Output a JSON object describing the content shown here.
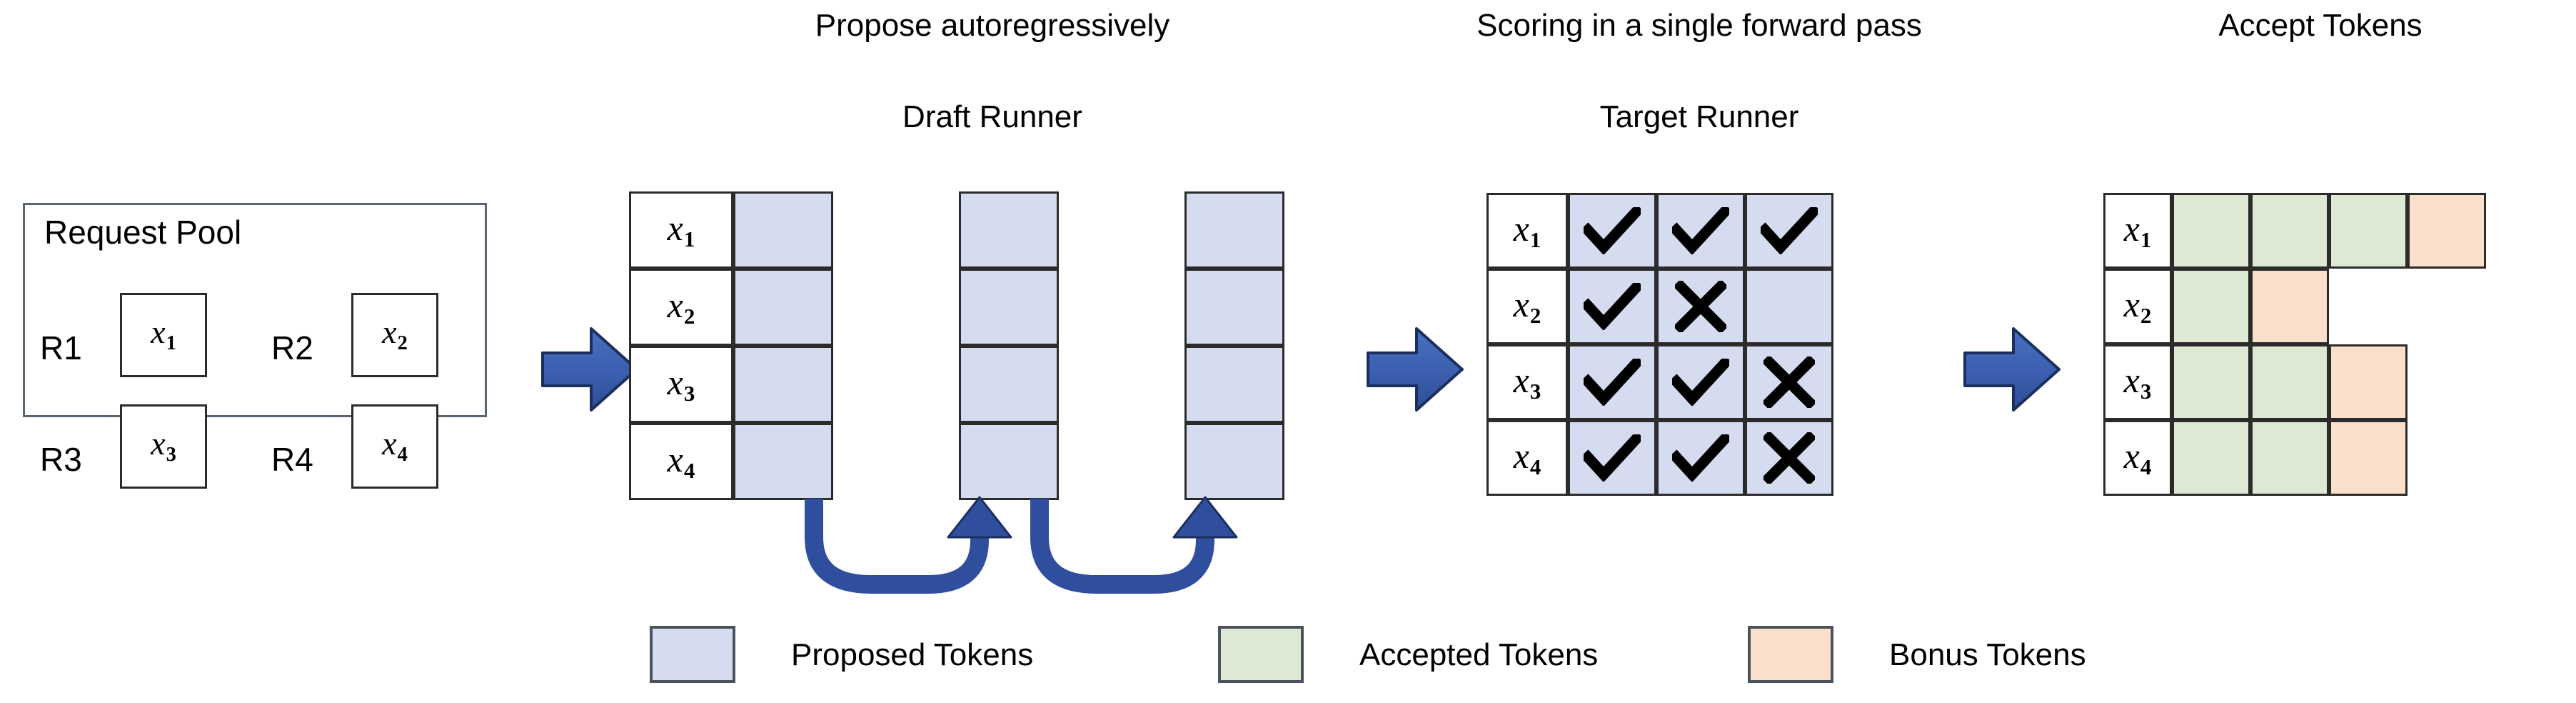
{
  "diagram": {
    "title_stage_propose": "Propose autoregressively",
    "title_stage_scoring": "Scoring in a single forward pass",
    "title_stage_accept": "Accept Tokens",
    "title_draft_runner": "Draft Runner",
    "title_target_runner": "Target Runner"
  },
  "colors": {
    "proposed": "#d6dcef",
    "accepted": "#dde9d2",
    "bonus": "#fae0cb",
    "arrow_blue": "#3b5fae",
    "border": "#2b2b2b",
    "panel_border": "#5a6472"
  },
  "request_pool": {
    "title": "Request Pool",
    "items": [
      {
        "label": "R1",
        "token": "x",
        "sub": "1"
      },
      {
        "label": "R2",
        "token": "x",
        "sub": "2"
      },
      {
        "label": "R3",
        "token": "x",
        "sub": "3"
      },
      {
        "label": "R4",
        "token": "x",
        "sub": "4"
      }
    ]
  },
  "draft_runner": {
    "row_labels": [
      {
        "token": "x",
        "sub": "1"
      },
      {
        "token": "x",
        "sub": "2"
      },
      {
        "token": "x",
        "sub": "3"
      },
      {
        "token": "x",
        "sub": "4"
      }
    ],
    "steps": 3,
    "cells_per_step": 4,
    "cell_state": "proposed"
  },
  "target_runner": {
    "row_labels": [
      {
        "token": "x",
        "sub": "1"
      },
      {
        "token": "x",
        "sub": "2"
      },
      {
        "token": "x",
        "sub": "3"
      },
      {
        "token": "x",
        "sub": "4"
      }
    ],
    "marks": [
      [
        "check",
        "check",
        "check"
      ],
      [
        "check",
        "cross",
        "empty"
      ],
      [
        "check",
        "check",
        "cross"
      ],
      [
        "check",
        "check",
        "cross"
      ]
    ],
    "mark_glyphs": {
      "check": "✔",
      "cross": "✖",
      "empty": ""
    }
  },
  "accept_tokens": {
    "row_labels": [
      {
        "token": "x",
        "sub": "1"
      },
      {
        "token": "x",
        "sub": "2"
      },
      {
        "token": "x",
        "sub": "3"
      },
      {
        "token": "x",
        "sub": "4"
      }
    ],
    "rows": [
      [
        "accepted",
        "accepted",
        "accepted",
        "bonus"
      ],
      [
        "accepted",
        "bonus"
      ],
      [
        "accepted",
        "accepted",
        "bonus"
      ],
      [
        "accepted",
        "accepted",
        "bonus"
      ]
    ]
  },
  "legend": {
    "items": [
      {
        "label": "Proposed Tokens",
        "swatch": "proposed"
      },
      {
        "label": "Accepted Tokens",
        "swatch": "accepted"
      },
      {
        "label": "Bonus Tokens",
        "swatch": "bonus"
      }
    ]
  }
}
